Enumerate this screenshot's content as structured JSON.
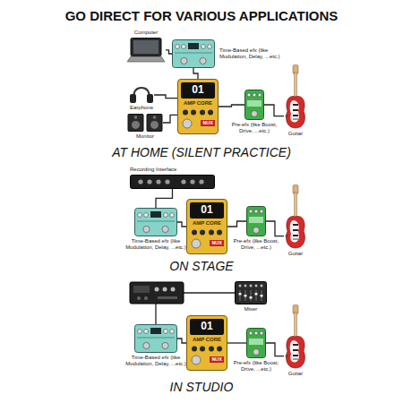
{
  "diagram": {
    "title": "GO DIRECT FOR VARIOUS APPLICATIONS",
    "nodes": [
      {
        "text": [
          "Computer"
        ]
      },
      {
        "text": [
          "Time-Based efx (like Modulation, Delay, ...etc.)"
        ]
      },
      {
        "text": [
          "01",
          "AMP CORE",
          "NUX"
        ]
      },
      {
        "text": [
          "Earphone"
        ]
      },
      {
        "text": [
          "Monitor"
        ]
      },
      {
        "text": [
          "Pre-efx (like Boost, Drive, ...etc.)"
        ]
      },
      {
        "text": [
          "Guitar"
        ]
      },
      {
        "text": [
          "Recording Interface"
        ]
      },
      {
        "text": [
          "Time-Based efx (like Modulation, Delay, ...etc.)"
        ]
      },
      {
        "text": [
          "01",
          "AMP CORE",
          "NUX"
        ]
      },
      {
        "text": [
          "Pre-efx (like Boost, Drive, ...etc.)"
        ]
      },
      {
        "text": [
          "Guitar"
        ]
      },
      {
        "text": [
          "Mixer"
        ]
      },
      {
        "text": [
          "Time-Based efx (like Modulation, Delay, ...etc.)"
        ]
      },
      {
        "text": [
          "01",
          "AMP CORE",
          "NUX"
        ]
      },
      {
        "text": [
          "Pre-efx (like Boost, Drive, ...etc.)"
        ]
      },
      {
        "text": [
          "Guitar"
        ]
      }
    ],
    "edges": [
      {
        "from": 6,
        "to": 5,
        "arrow": "none"
      },
      {
        "from": 5,
        "to": 2,
        "arrow": "none"
      },
      {
        "from": 2,
        "to": 1,
        "arrow": "none"
      },
      {
        "from": 1,
        "to": 0,
        "arrow": "none"
      },
      {
        "from": 2,
        "to": 3,
        "arrow": "none"
      },
      {
        "from": 2,
        "to": 4,
        "arrow": "none"
      },
      {
        "from": 11,
        "to": 10,
        "arrow": "none"
      },
      {
        "from": 10,
        "to": 9,
        "arrow": "none"
      },
      {
        "from": 9,
        "to": 8,
        "arrow": "none"
      },
      {
        "from": 8,
        "to": 7,
        "arrow": "none"
      },
      {
        "from": 16,
        "to": 15,
        "arrow": "none"
      },
      {
        "from": 15,
        "to": 14,
        "arrow": "none"
      },
      {
        "from": 14,
        "to": 13,
        "arrow": "none"
      }
    ],
    "labels": [
      "AT HOME (SILENT PRACTICE)",
      "ON STAGE",
      "IN STUDIO"
    ]
  }
}
